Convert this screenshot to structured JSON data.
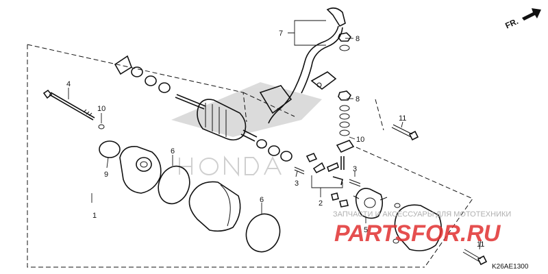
{
  "direction": {
    "label": "FR."
  },
  "callouts": {
    "c1": "1",
    "c2": "2",
    "c3a": "3",
    "c3b": "3",
    "c4": "4",
    "c5": "5",
    "c6a": "6",
    "c6b": "6",
    "c7": "7",
    "c8a": "8",
    "c8b": "8",
    "c9": "9",
    "c10a": "10",
    "c10b": "10",
    "c11a": "11",
    "c11b": "11"
  },
  "diagram_code": "K26AE1300",
  "watermark": {
    "brand_logo": "HONDA",
    "tagline": "ЗАПЧАСТИ И АКСЕССУАРЫ ДЛЯ МОТОТЕХНИКИ",
    "site_part1": "PARTS",
    "site_part2": "FOR",
    "site_part3": ".RU",
    "site_color": "#e03030"
  }
}
